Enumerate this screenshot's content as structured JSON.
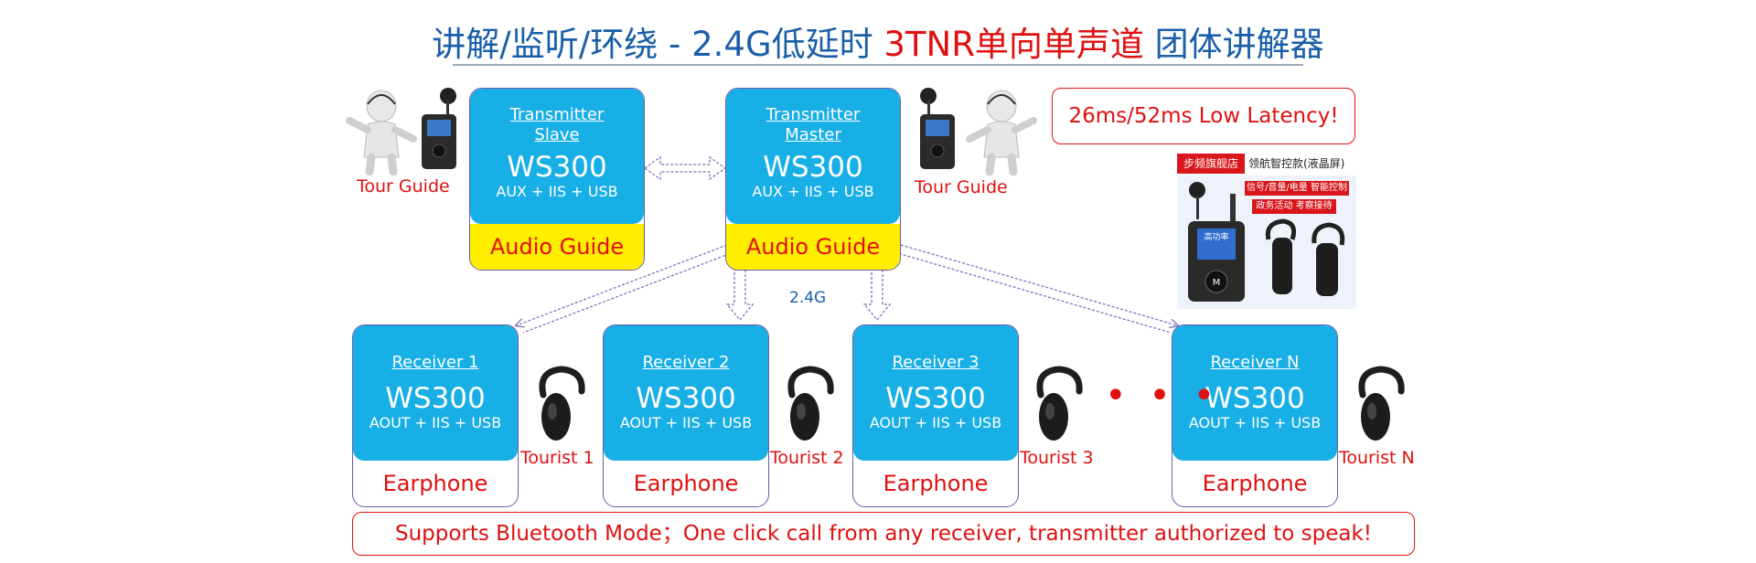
{
  "title": {
    "part1": "讲解/监听/环绕 - 2.4G低延时 ",
    "part2": "3TNR单向单声道",
    "part3": " 团体讲解器"
  },
  "transmitters": [
    {
      "label_line1": "Transmitter",
      "label_line2": "Slave",
      "model": "WS300",
      "interfaces": "AUX + IIS + USB",
      "mode": "Audio Guide",
      "guide": "Tour Guide"
    },
    {
      "label_line1": "Transmitter",
      "label_line2": "Master",
      "model": "WS300",
      "interfaces": "AUX + IIS + USB",
      "mode": "Audio Guide",
      "guide": "Tour Guide"
    }
  ],
  "receivers": [
    {
      "label": "Receiver 1",
      "model": "WS300",
      "interfaces": "AOUT + IIS + USB",
      "mode": "Earphone",
      "tourist": "Tourist 1"
    },
    {
      "label": "Receiver 2",
      "model": "WS300",
      "interfaces": "AOUT + IIS + USB",
      "mode": "Earphone",
      "tourist": "Tourist 2"
    },
    {
      "label": "Receiver 3",
      "model": "WS300",
      "interfaces": "AOUT + IIS + USB",
      "mode": "Earphone",
      "tourist": "Tourist 3"
    },
    {
      "label": "Receiver N",
      "model": "WS300",
      "interfaces": "AOUT + IIS + USB",
      "mode": "Earphone",
      "tourist": "Tourist N"
    }
  ],
  "frequency": "2.4G",
  "ellipsis": "• • •",
  "latency": "26ms/52ms Low Latency!",
  "product_photo": {
    "badge": "步频旗舰店",
    "heading": "领航智控款(液晶屏)",
    "line1": "信号/音量/电量 智能控制",
    "line2": "政务活动 考察接待",
    "screen_text": "高功率"
  },
  "footer": "Supports Bluetooth Mode；One click call from any receiver, transmitter authorized to speak!",
  "colors": {
    "title_blue": "#1a5fa8",
    "accent_red": "#e01010",
    "card_blue": "#18aee6",
    "audio_yellow": "#ffee00"
  },
  "icons": [
    "tour-guide-figure",
    "transmitter-device",
    "earphone",
    "product-photo"
  ]
}
